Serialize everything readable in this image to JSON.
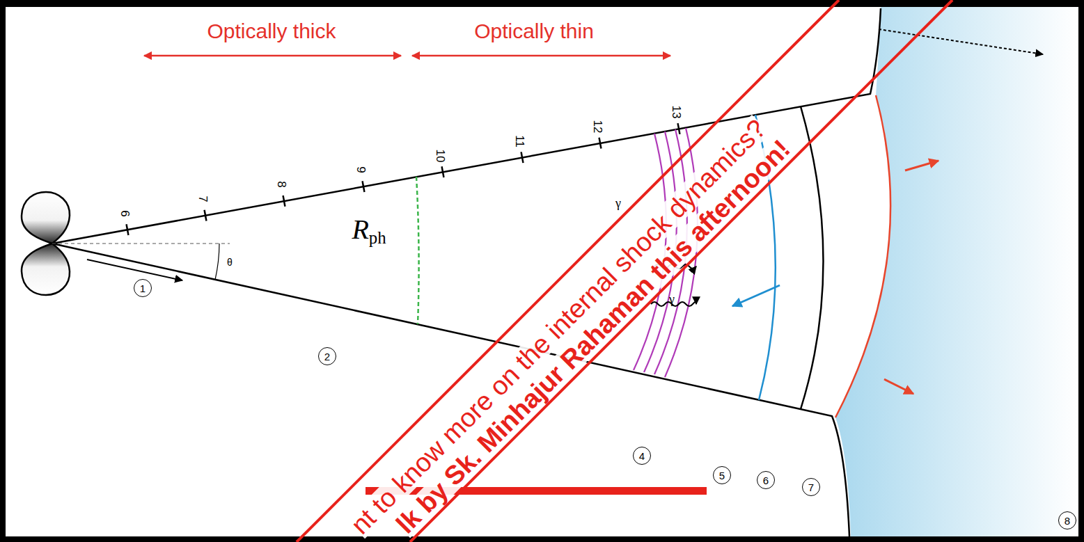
{
  "diagram": {
    "nodes": [
      {
        "text": [
          "1"
        ]
      },
      {
        "text": [
          "2"
        ]
      },
      {
        "text": [
          "4"
        ]
      },
      {
        "text": [
          "5"
        ]
      },
      {
        "text": [
          "6"
        ]
      },
      {
        "text": [
          "7"
        ]
      },
      {
        "text": [
          "8"
        ]
      }
    ],
    "labels": [
      "Optically thick",
      "Optically thin",
      "6",
      "7",
      "8",
      "9",
      "10",
      "11",
      "12",
      "13",
      "θ",
      "Rph",
      "γ",
      "γ",
      "nt to know more on the internal shock dynamics?",
      "lk by Sk. Minhajur Rahaman this afternoon!"
    ]
  }
}
